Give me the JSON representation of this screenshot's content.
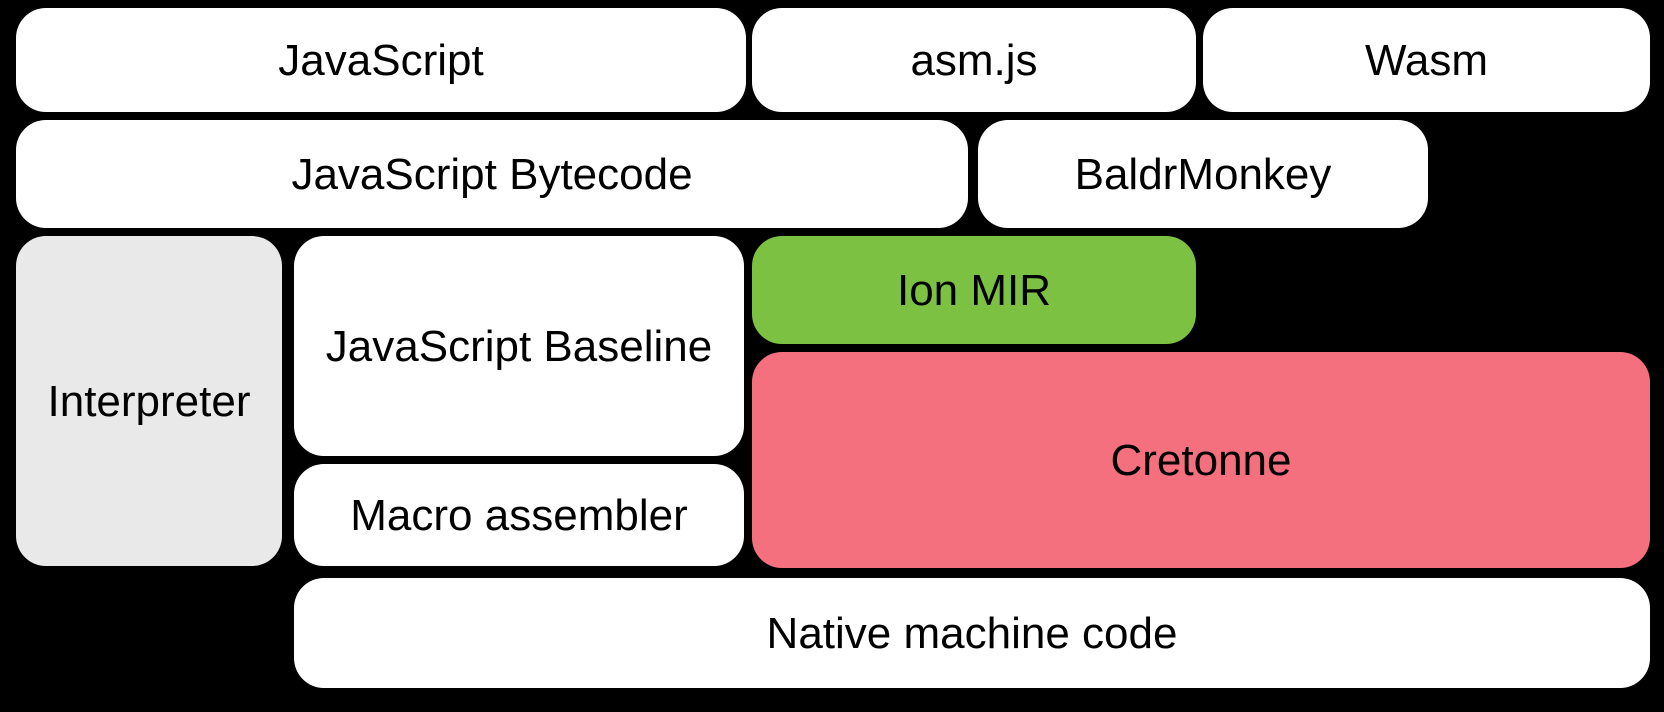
{
  "diagram": {
    "title": "SpiderMonkey compiler pipeline diagram",
    "background": "#000000",
    "colors": {
      "box_default": "#ffffff",
      "interpreter_gray": "#e9e9e9",
      "ion_green": "#7dc142",
      "cretonne_pink": "#f4707f",
      "text": "#000000"
    },
    "boxes": {
      "javascript": {
        "label": "JavaScript"
      },
      "asmjs": {
        "label": "asm.js"
      },
      "wasm": {
        "label": "Wasm"
      },
      "js_bytecode": {
        "label": "JavaScript Bytecode"
      },
      "baldrmonkey": {
        "label": "BaldrMonkey"
      },
      "interpreter": {
        "label": "Interpreter"
      },
      "js_baseline": {
        "label": "JavaScript Baseline"
      },
      "ion_mir": {
        "label": "Ion MIR"
      },
      "cretonne": {
        "label": "Cretonne"
      },
      "macro_assembler": {
        "label": "Macro assembler"
      },
      "native_machine": {
        "label": "Native machine code"
      }
    }
  }
}
